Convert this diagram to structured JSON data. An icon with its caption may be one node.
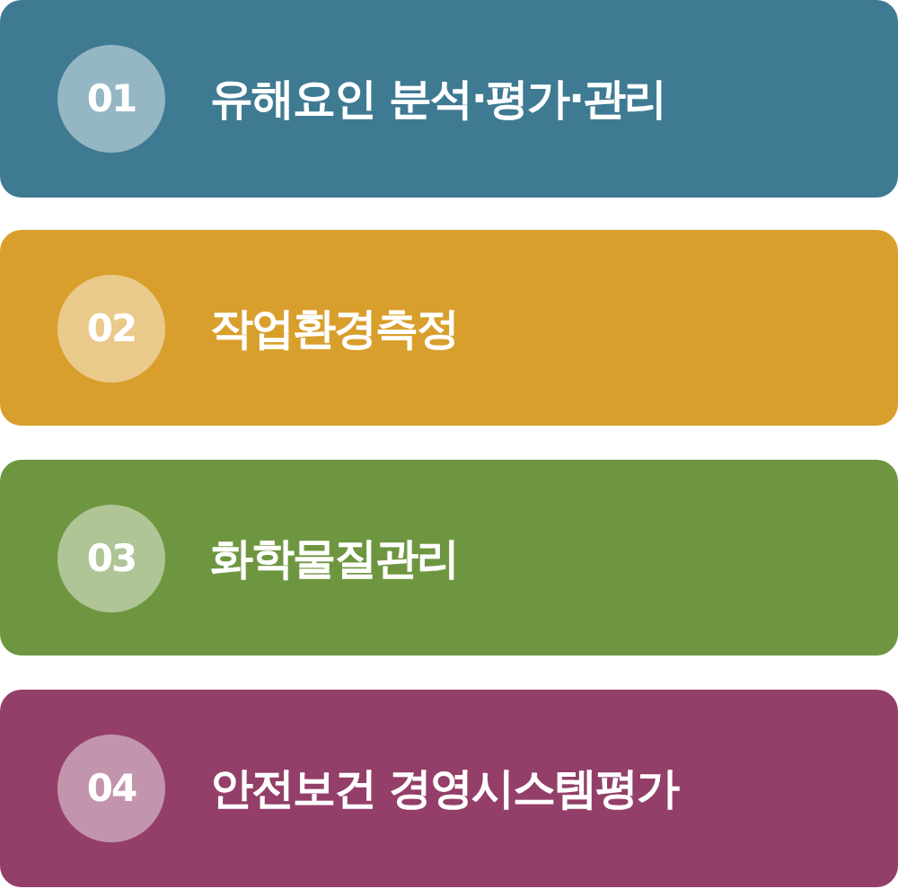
{
  "diagram": {
    "nodes": [
      {
        "text": [
          "유해요인 분석·평가·관리"
        ]
      },
      {
        "text": [
          "01"
        ],
        "in": 0
      },
      {
        "text": [
          "작업환경측정"
        ]
      },
      {
        "text": [
          "02"
        ],
        "in": 2
      },
      {
        "text": [
          "화학물질관리"
        ]
      },
      {
        "text": [
          "03"
        ],
        "in": 4
      },
      {
        "text": [
          "안전보건 경영시스템평가"
        ]
      },
      {
        "text": [
          "04"
        ],
        "in": 6
      }
    ]
  }
}
